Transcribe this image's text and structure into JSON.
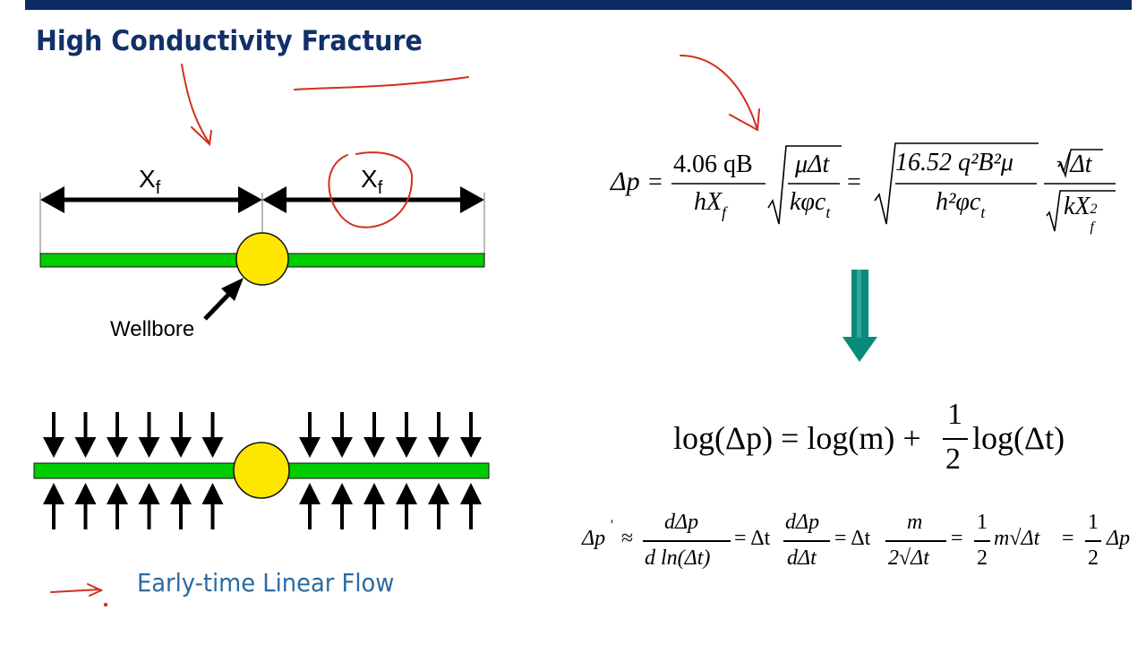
{
  "slide": {
    "title": "High Conductivity Fracture",
    "caption": "Early-time Linear Flow",
    "bar_color": "#0c2a63"
  },
  "diagram_top": {
    "left_length_label": "X",
    "left_length_sub": "f",
    "right_length_label": "X",
    "right_length_sub": "f",
    "wellbore_label": "Wellbore",
    "fracture_color": "#00cc00",
    "wellbore_color": "#ffe600"
  },
  "diagram_bottom": {
    "arrows_per_side": 6,
    "flow_direction": "toward fracture from above and below"
  },
  "equations": {
    "eq1": {
      "lhs": "Δp",
      "frac1_num": "4.06 qB",
      "frac1_den": "hX",
      "frac1_den_sub": "f",
      "sqrt1_num": "μΔt",
      "sqrt1_den": "kφc",
      "sqrt1_den_sub": "t",
      "sqrt2_num": "16.52 q²B²μ",
      "sqrt2_den": "h²φc",
      "sqrt2_den_sub": "t",
      "frac3_num": "√Δt",
      "frac3_den": "kX",
      "frac3_den_sub": "f",
      "frac3_den_sup": "2"
    },
    "eq2": {
      "lhs": "log(Δp) = log(m) +",
      "half_num": "1",
      "half_den": "2",
      "rhs": "log(Δt)"
    },
    "eq3": {
      "lhs": "Δp",
      "prime": "'",
      "approx": "≈",
      "f1_num": "dΔp",
      "f1_den": "d ln(Δt)",
      "eq_dt": "= Δt",
      "f2_num": "dΔp",
      "f2_den": "dΔt",
      "eq_dt2": "= Δt",
      "f3_num": "m",
      "f3_den": "2√Δt",
      "eq_a": "=",
      "f4_num": "1",
      "f4_den": "2",
      "m_sqrt": "m√Δt",
      "eq_b": "=",
      "f5_num": "1",
      "f5_den": "2",
      "end": "Δp"
    }
  },
  "annotations": {
    "ink_color": "#d0301f",
    "down_arrow_color": "#0a8a7a"
  }
}
